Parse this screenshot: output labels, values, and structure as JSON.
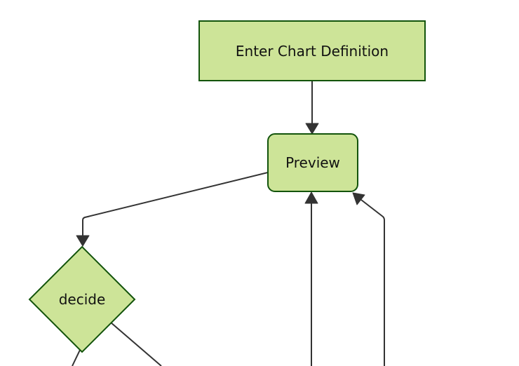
{
  "diagram": {
    "type": "flowchart",
    "direction": "top-down",
    "colors": {
      "background": "#ffffff",
      "node_fill": "#cde498",
      "node_border": "#13540c",
      "edge": "#333333",
      "text": "#111111"
    },
    "nodes": [
      {
        "label": "Enter Chart Definition",
        "shape": "rectangle"
      },
      {
        "label": "Preview",
        "shape": "rounded-rectangle"
      },
      {
        "label": "decide",
        "shape": "diamond"
      }
    ],
    "edges": [
      {
        "from": "Enter Chart Definition",
        "to": "Preview"
      },
      {
        "from": "Preview",
        "to": "decide"
      },
      {
        "from": "decide",
        "to": "offscreen-bottom-left"
      },
      {
        "from": "decide",
        "to": "offscreen-bottom-right"
      },
      {
        "from": "offscreen-bottom",
        "to": "Preview"
      },
      {
        "from": "offscreen-bottom-right",
        "to": "Preview"
      }
    ]
  }
}
